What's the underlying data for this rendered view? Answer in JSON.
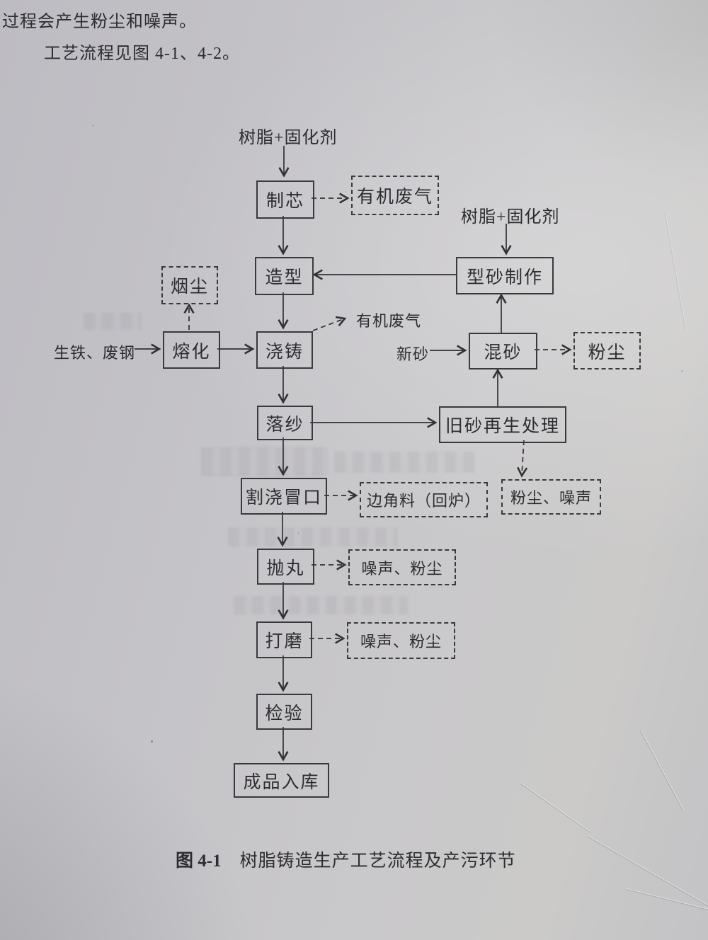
{
  "page": {
    "intro_line_1": "过程会产生粉尘和噪声。",
    "intro_line_2": "工艺流程见图 4-1、4-2。",
    "caption_label": "图 4-1",
    "caption_title": "树脂铸造生产工艺流程及产污环节"
  },
  "colors": {
    "paper": "#c6c5c9",
    "ink": "#2d2c30",
    "line": "#39383c"
  },
  "flowchart": {
    "inputs": {
      "resin_hardener_top": "树脂+固化剂",
      "resin_hardener_right": "树脂+固化剂",
      "pig_iron_scrap_steel": "生铁、废钢",
      "new_sand": "新砂"
    },
    "processes": {
      "core_making": "制芯",
      "molding": "造型",
      "sand_mold_making": "型砂制作",
      "melting": "熔化",
      "pouring": "浇铸",
      "sand_mixing": "混砂",
      "shakeout": "落纱",
      "old_sand_regeneration": "旧砂再生处理",
      "gate_riser_cutting": "割浇冒口",
      "shot_blasting": "抛丸",
      "grinding": "打磨",
      "inspection": "检验",
      "finished_storage": "成品入库"
    },
    "emissions": {
      "organic_waste_gas_box": "有机废气",
      "organic_waste_gas_label": "有机废气",
      "smoke_dust": "烟尘",
      "dust": "粉尘",
      "scrap_return_furnace": "边角料（回炉）",
      "dust_noise": "粉尘、噪声",
      "noise_dust_shot": "噪声、粉尘",
      "noise_dust_grind": "噪声、粉尘"
    },
    "edges": [
      {
        "from": "resin_hardener_top",
        "to": "core_making",
        "style": "solid"
      },
      {
        "from": "core_making",
        "to": "organic_waste_gas_box",
        "style": "dashed"
      },
      {
        "from": "core_making",
        "to": "molding",
        "style": "solid"
      },
      {
        "from": "resin_hardener_right",
        "to": "sand_mold_making",
        "style": "solid"
      },
      {
        "from": "sand_mold_making",
        "to": "molding",
        "style": "solid"
      },
      {
        "from": "molding",
        "to": "pouring",
        "style": "solid"
      },
      {
        "from": "pig_iron_scrap_steel",
        "to": "melting",
        "style": "solid"
      },
      {
        "from": "melting",
        "to": "smoke_dust",
        "style": "dashed"
      },
      {
        "from": "melting",
        "to": "pouring",
        "style": "solid"
      },
      {
        "from": "pouring",
        "to": "organic_waste_gas_label",
        "style": "dashed"
      },
      {
        "from": "new_sand",
        "to": "sand_mixing",
        "style": "solid"
      },
      {
        "from": "sand_mixing",
        "to": "dust",
        "style": "dashed"
      },
      {
        "from": "sand_mixing",
        "to": "sand_mold_making",
        "style": "solid"
      },
      {
        "from": "pouring",
        "to": "shakeout",
        "style": "solid"
      },
      {
        "from": "shakeout",
        "to": "old_sand_regeneration",
        "style": "solid"
      },
      {
        "from": "old_sand_regeneration",
        "to": "sand_mixing",
        "style": "solid"
      },
      {
        "from": "old_sand_regeneration",
        "to": "dust_noise",
        "style": "dashed"
      },
      {
        "from": "shakeout",
        "to": "gate_riser_cutting",
        "style": "solid"
      },
      {
        "from": "gate_riser_cutting",
        "to": "scrap_return_furnace",
        "style": "dashed"
      },
      {
        "from": "gate_riser_cutting",
        "to": "shot_blasting",
        "style": "solid"
      },
      {
        "from": "shot_blasting",
        "to": "noise_dust_shot",
        "style": "dashed"
      },
      {
        "from": "shot_blasting",
        "to": "grinding",
        "style": "solid"
      },
      {
        "from": "grinding",
        "to": "noise_dust_grind",
        "style": "dashed"
      },
      {
        "from": "grinding",
        "to": "inspection",
        "style": "solid"
      },
      {
        "from": "inspection",
        "to": "finished_storage",
        "style": "solid"
      }
    ]
  }
}
